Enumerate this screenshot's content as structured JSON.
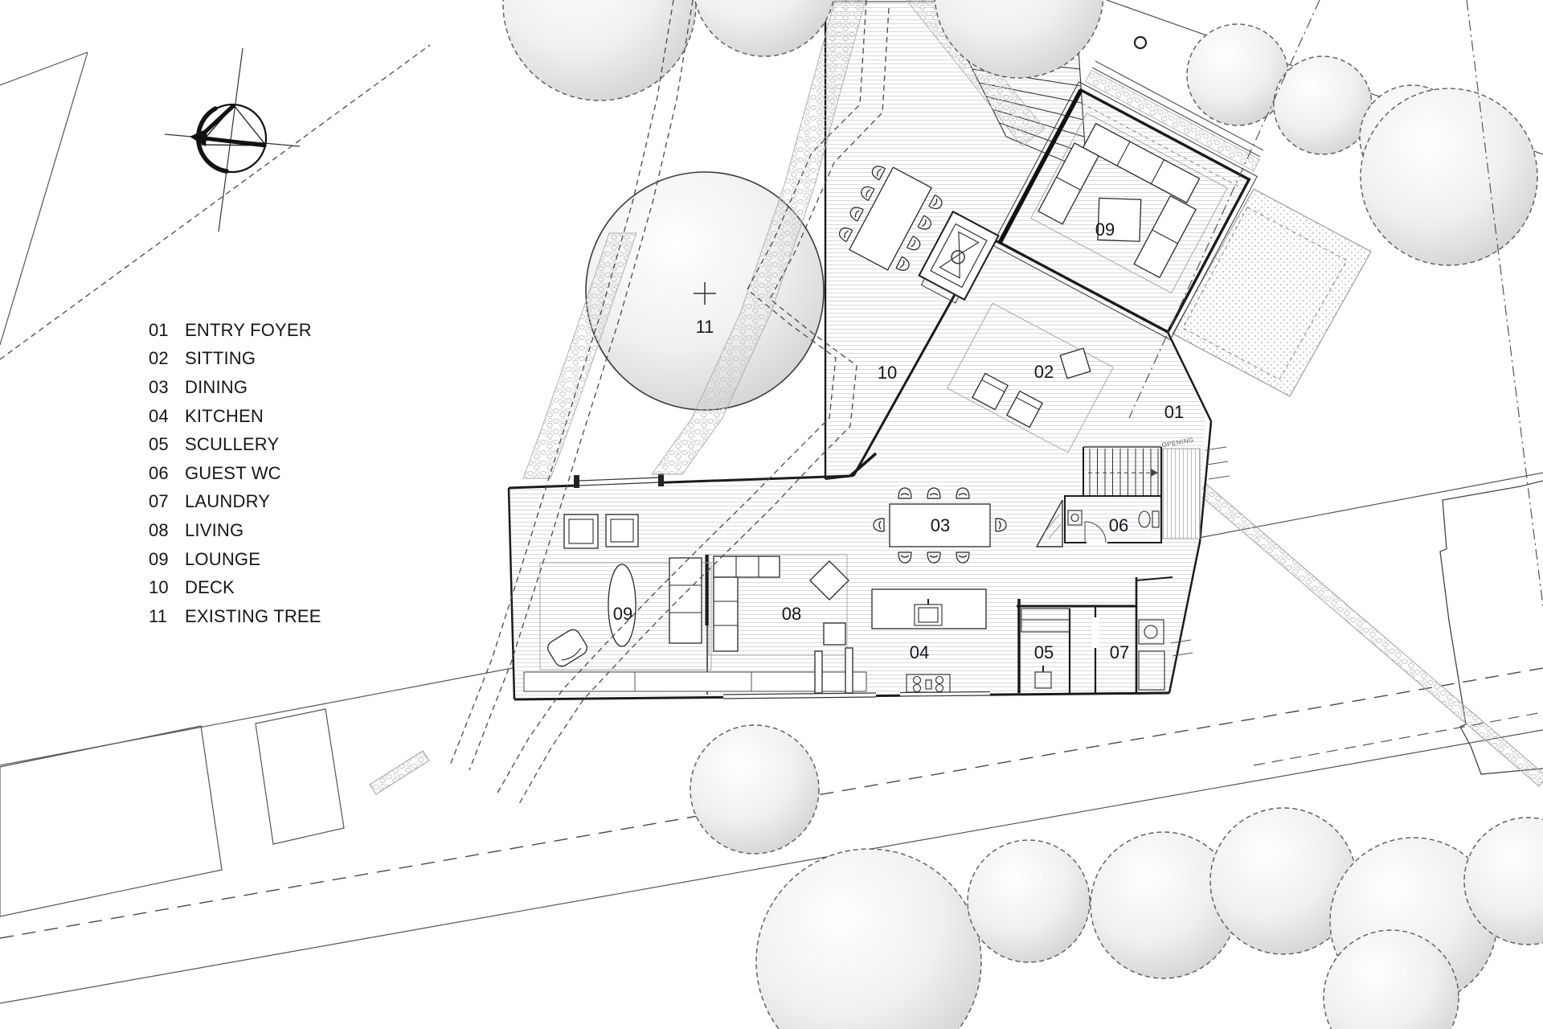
{
  "legend": {
    "items": [
      {
        "num": "01",
        "label": "ENTRY FOYER"
      },
      {
        "num": "02",
        "label": "SITTING"
      },
      {
        "num": "03",
        "label": "DINING"
      },
      {
        "num": "04",
        "label": "KITCHEN"
      },
      {
        "num": "05",
        "label": "SCULLERY"
      },
      {
        "num": "06",
        "label": "GUEST WC"
      },
      {
        "num": "07",
        "label": "LAUNDRY"
      },
      {
        "num": "08",
        "label": "LIVING"
      },
      {
        "num": "09",
        "label": "LOUNGE"
      },
      {
        "num": "10",
        "label": "DECK"
      },
      {
        "num": "11",
        "label": "EXISTING TREE"
      }
    ]
  },
  "plan": {
    "labels": {
      "entry": "01",
      "sitting": "02",
      "dining": "03",
      "kitchen": "04",
      "scullery": "05",
      "guest_wc": "06",
      "laundry": "07",
      "living": "08",
      "lounge_upper": "09",
      "lounge_lower": "09",
      "deck": "10",
      "existing_tree": "11"
    },
    "texts": {
      "opening": "OPENING"
    },
    "colors": {
      "wall": "#1b1b1b",
      "hatch": "#d9d9d9",
      "tree_outline": "#5a5a5a",
      "label": "#15151d"
    }
  }
}
